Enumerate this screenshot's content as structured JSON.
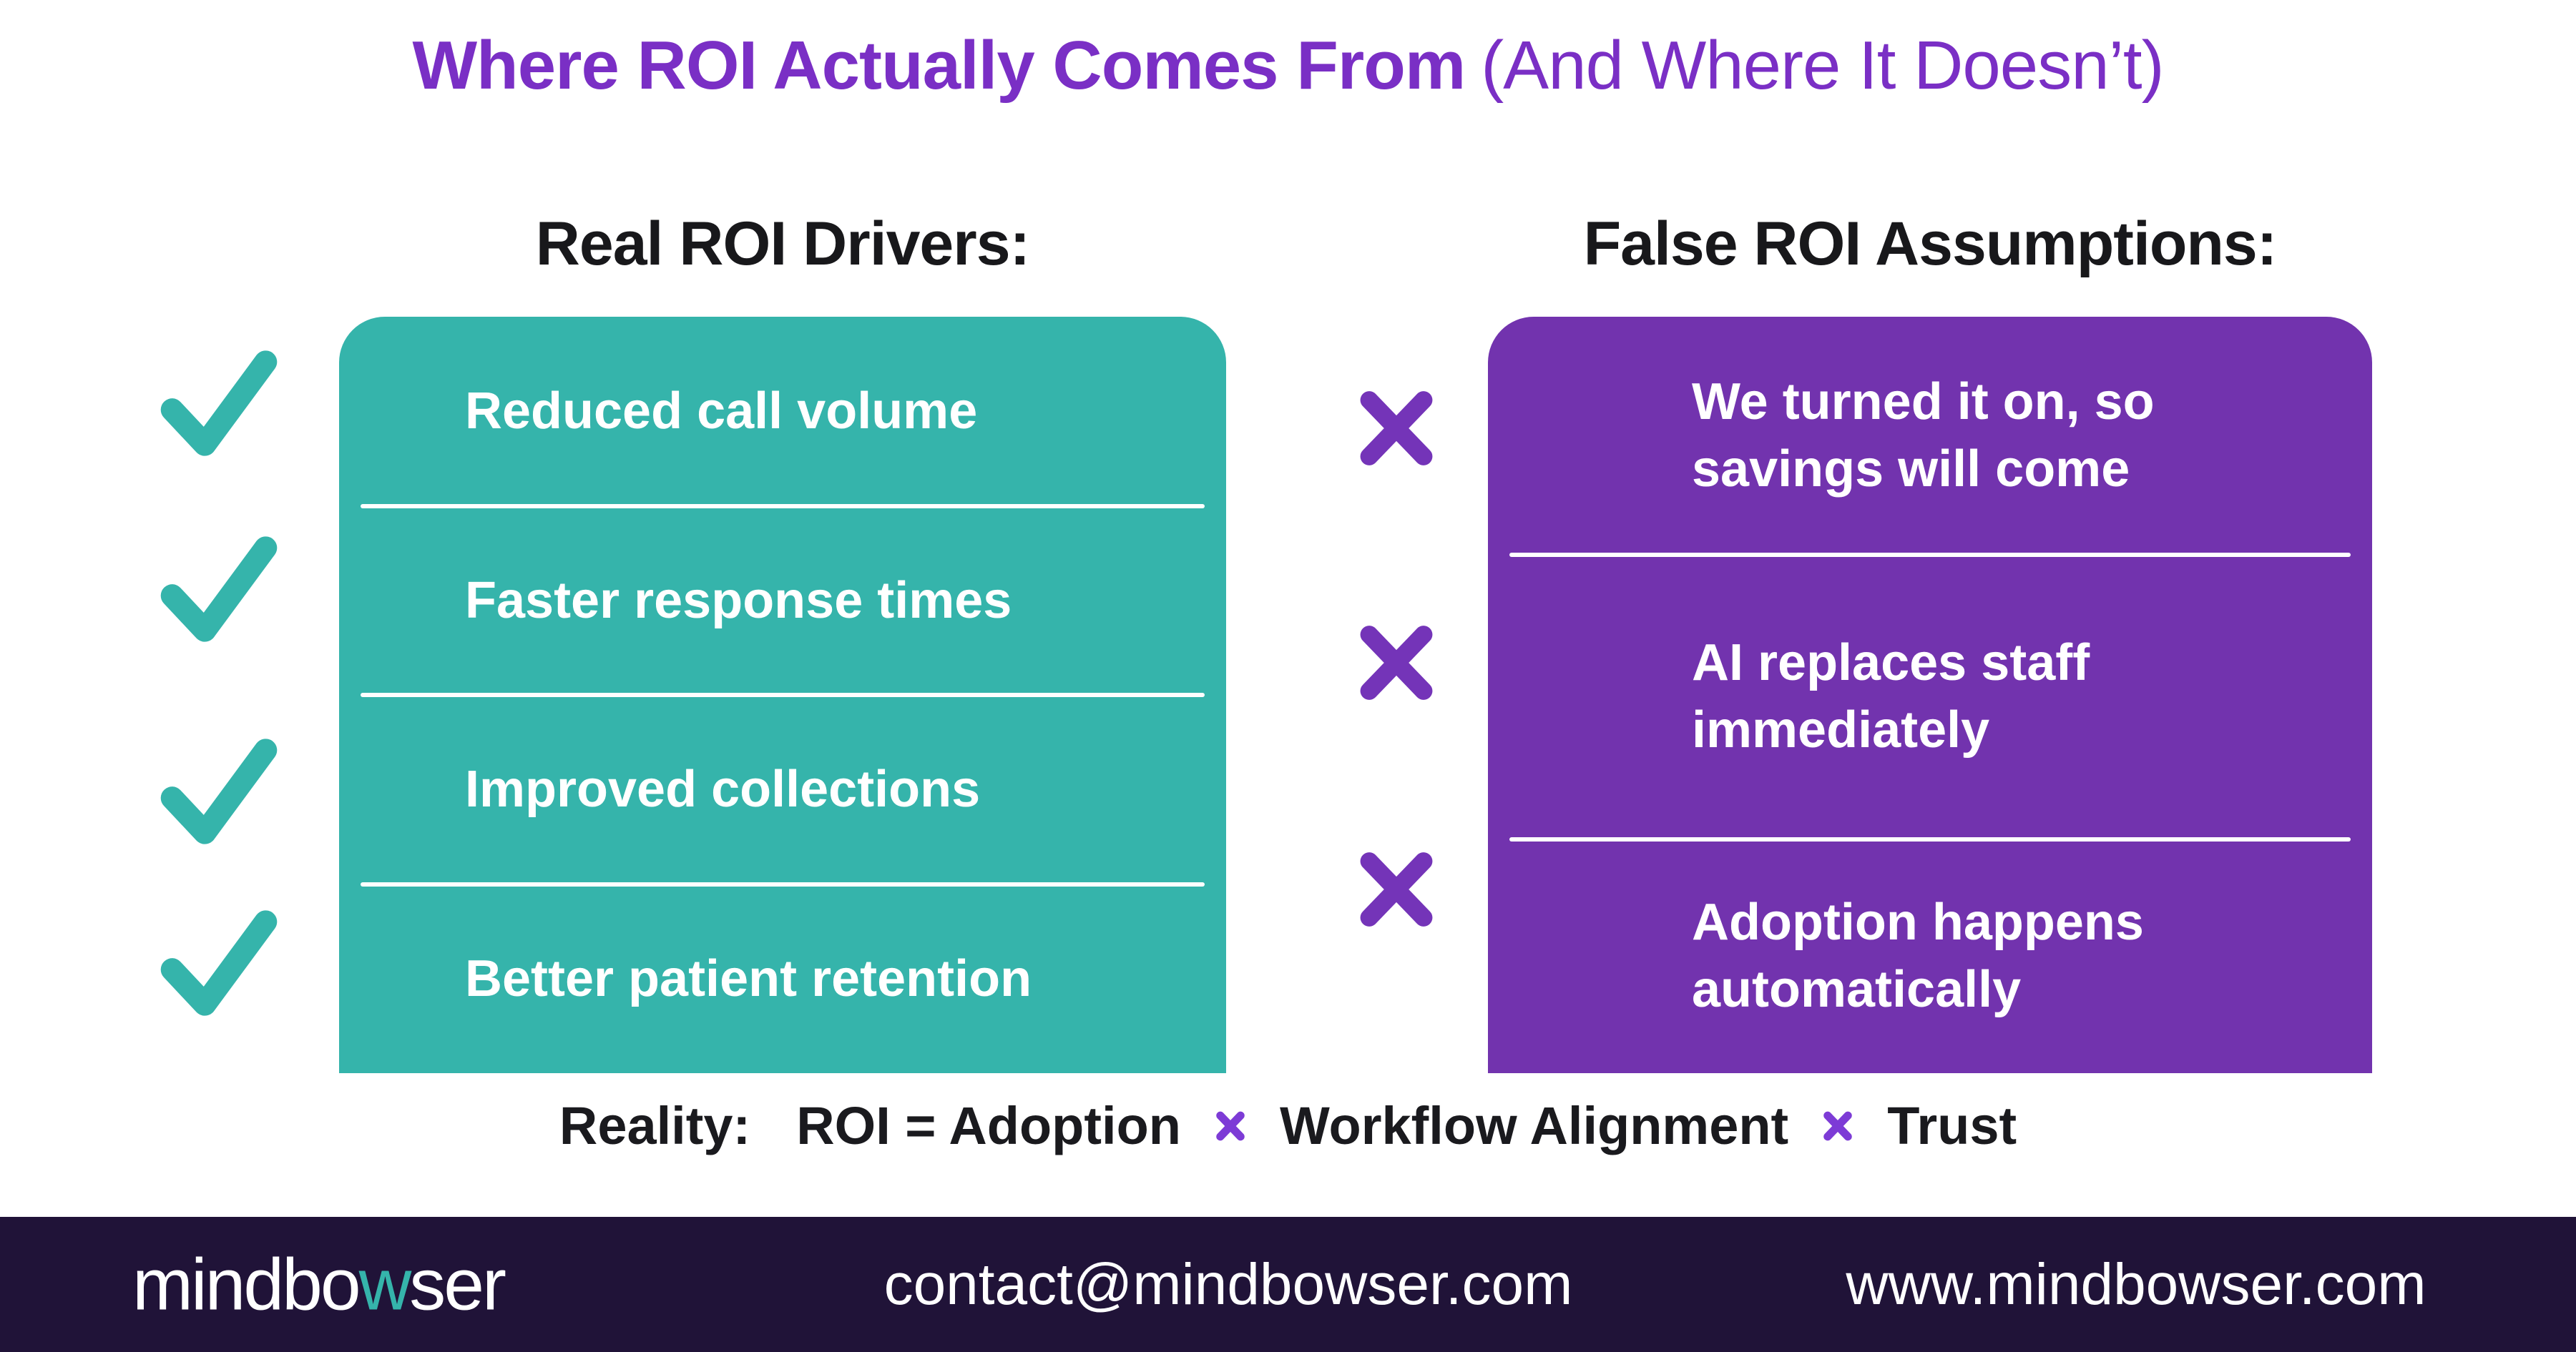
{
  "title": {
    "main": "Where ROI Actually Comes From",
    "sub": "(And Where It Doesn’t)"
  },
  "drivers": {
    "heading": "Real ROI Drivers:",
    "items": [
      "Reduced call volume",
      "Faster response times",
      "Improved collections",
      "Better patient retention"
    ]
  },
  "assumptions": {
    "heading": "False ROI Assumptions:",
    "items": [
      "We turned it on, so savings will come",
      "AI replaces staff immediately",
      "Adoption happens automatically"
    ]
  },
  "reality": {
    "label": "Reality:",
    "terms": [
      "ROI = Adoption",
      "Workflow Alignment",
      "Trust"
    ],
    "operator_icon": "multiply-icon"
  },
  "footer": {
    "logo_pre": "mindbo",
    "logo_accent": "w",
    "logo_post": "ser",
    "email": "contact@mindbowser.com",
    "website": "www.mindbowser.com"
  },
  "icons": {
    "positive": "check-icon",
    "negative": "x-icon"
  },
  "colors": {
    "title_purple": "#7A2FC5",
    "teal": "#35B4AB",
    "purple_box": "#7233AE",
    "purple_x": "#7434B8",
    "reality_x": "#7D3BD6",
    "heading_text": "#18181B",
    "footer_bg": "#201338",
    "footer_accent": "#35B4AB",
    "box_text": "#FFFFFF",
    "background": "#FFFFFF"
  }
}
